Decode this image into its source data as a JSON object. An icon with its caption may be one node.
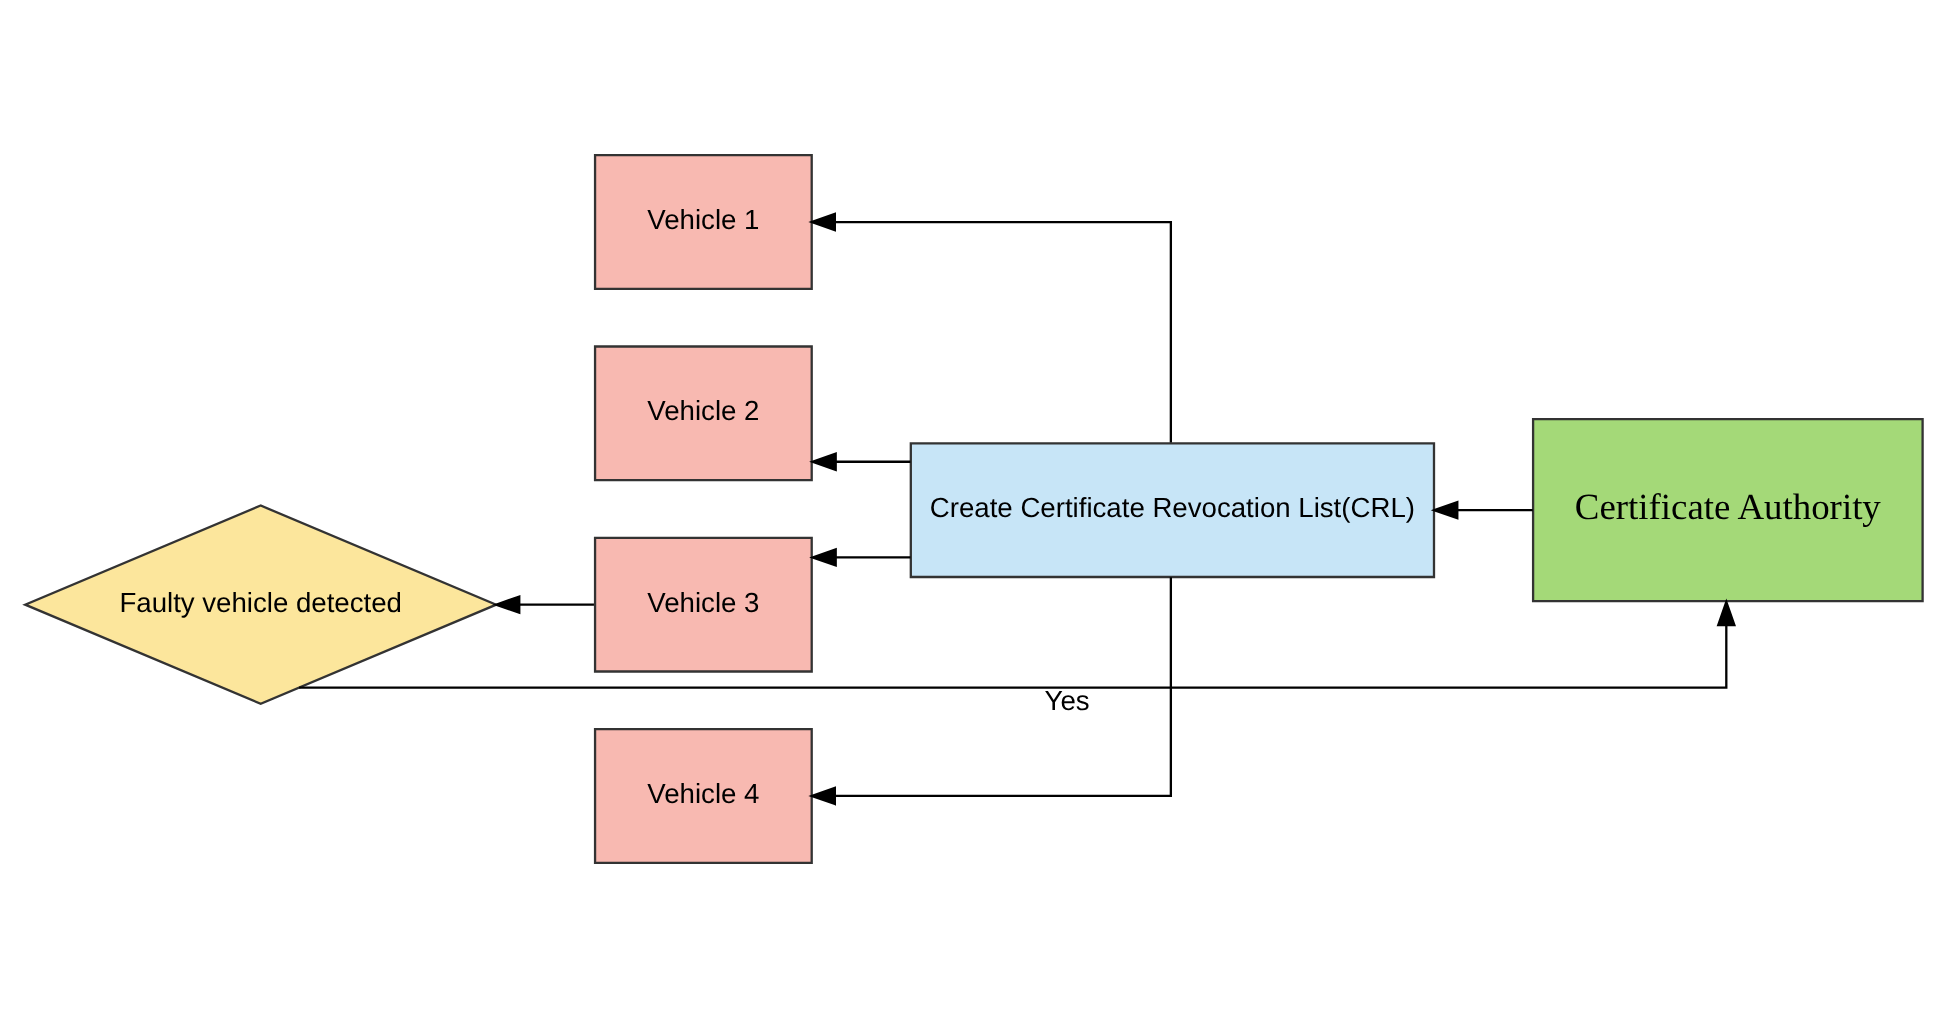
{
  "diagram": {
    "nodes": [
      {
        "text": [
          "Vehicle 1"
        ]
      },
      {
        "text": [
          "Vehicle 2"
        ]
      },
      {
        "text": [
          "Vehicle 3"
        ]
      },
      {
        "text": [
          "Vehicle 4"
        ]
      },
      {
        "text": [
          "Faulty vehicle detected"
        ]
      },
      {
        "text": [
          "Create Certificate Revocation List(CRL)"
        ]
      },
      {
        "text": [
          "Certificate Authority"
        ]
      }
    ],
    "edges": [
      {
        "from": 6,
        "to": 5,
        "arrow": "to"
      },
      {
        "from": 5,
        "to": 0,
        "arrow": "to"
      },
      {
        "from": 5,
        "to": 1,
        "arrow": "to"
      },
      {
        "from": 5,
        "to": 2,
        "arrow": "to"
      },
      {
        "from": 5,
        "to": 3,
        "arrow": "to"
      },
      {
        "from": 2,
        "to": 4,
        "arrow": "to"
      },
      {
        "from": 4,
        "to": 6,
        "arrow": "to",
        "label": "Yes"
      }
    ]
  }
}
